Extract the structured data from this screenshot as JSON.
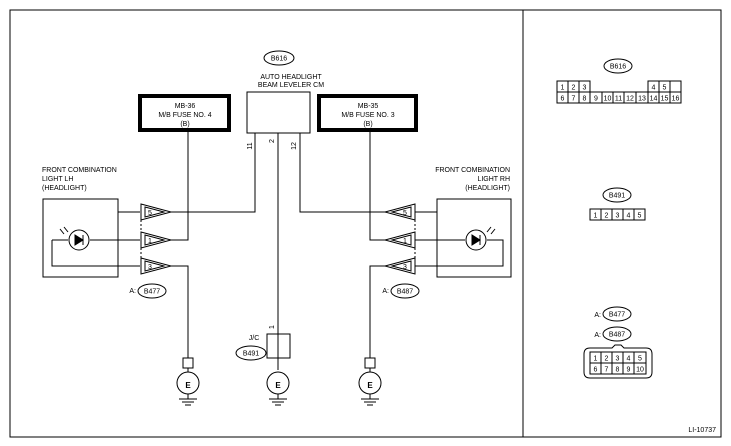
{
  "ecm": {
    "code": "B616",
    "title1": "AUTO HEADLIGHT",
    "title2": "BEAM LEVELER CM",
    "pin_left": "11",
    "pin_mid": "2",
    "pin_right": "12"
  },
  "fuse_left": {
    "line1": "MB-36",
    "line2": "M/B FUSE NO. 4",
    "line3": "(B)"
  },
  "fuse_right": {
    "line1": "MB-35",
    "line2": "M/B FUSE NO. 3",
    "line3": "(B)"
  },
  "lamp_lh": {
    "line1": "FRONT COMBINATION",
    "line2": "LIGHT LH",
    "line3": "(HEADLIGHT)",
    "pin5": "5",
    "pin1": "1",
    "pin3": "3",
    "conn_prefix": "A:",
    "conn_code": "B477"
  },
  "lamp_rh": {
    "line1": "FRONT COMBINATION",
    "line2": "LIGHT RH",
    "line3": "(HEADLIGHT)",
    "pin5": "5",
    "pin1": "1",
    "pin3": "3",
    "conn_prefix": "A:",
    "conn_code": "B487"
  },
  "jc": {
    "label": "J/C",
    "code": "B491",
    "pin": "1"
  },
  "ground_symbol": "E",
  "connectors": {
    "b616": {
      "code": "B616",
      "top": [
        "1",
        "2",
        "3",
        "4",
        "5"
      ],
      "bottom": [
        "6",
        "7",
        "8",
        "9",
        "10",
        "11",
        "12",
        "13",
        "14",
        "15",
        "16"
      ]
    },
    "b491": {
      "code": "B491",
      "pins": [
        "1",
        "2",
        "3",
        "4",
        "5"
      ]
    },
    "lamp": {
      "prefix1": "A:",
      "code1": "B477",
      "prefix2": "A:",
      "code2": "B487",
      "top": [
        "1",
        "2",
        "3",
        "4",
        "5"
      ],
      "bottom": [
        "6",
        "7",
        "8",
        "9",
        "10"
      ]
    }
  },
  "ref": "LI-10737"
}
